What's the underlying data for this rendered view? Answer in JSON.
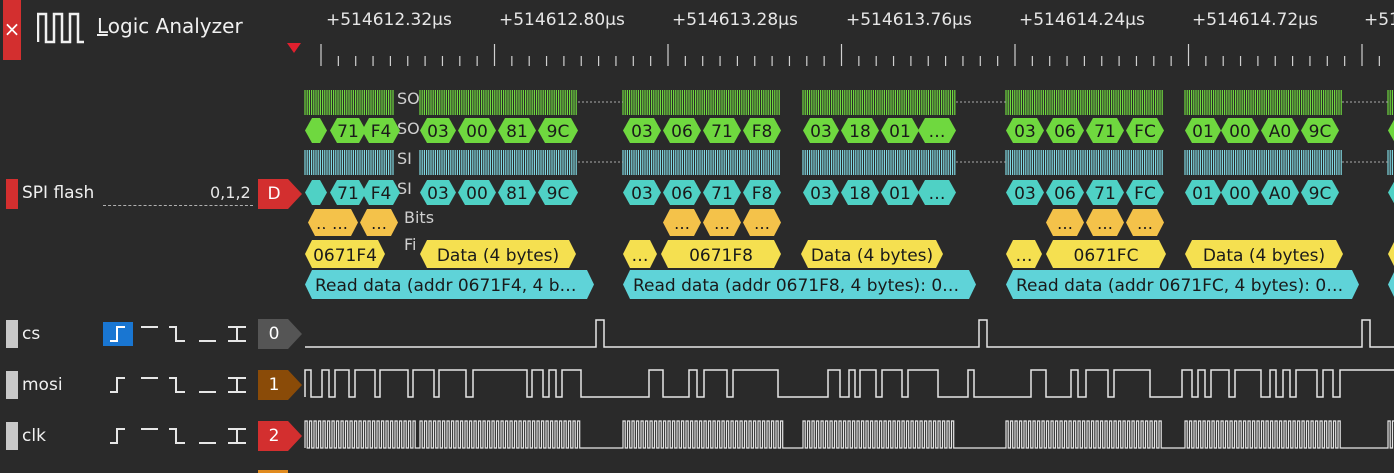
{
  "window": {
    "close_label": "×",
    "title_prefix": "L",
    "title_rest": "ogic Analyzer",
    "icon": "square-wave-icon"
  },
  "timeline": {
    "labels": [
      "+514612.32µs",
      "+514612.80µs",
      "+514613.28µs",
      "+514613.76µs",
      "+514614.24µs",
      "+514614.72µs",
      "+51"
    ]
  },
  "decoder": {
    "name": "SPI flash",
    "channels": "0,1,2",
    "badge": "D",
    "row_labels": [
      "SO",
      "SO",
      "SI",
      "SI",
      "Bits",
      "Fi"
    ],
    "miso_bytes": [
      [
        "?",
        "71",
        "F4",
        "03",
        "00",
        "81",
        "9C"
      ],
      [
        "03",
        "06",
        "71",
        "F8",
        "03",
        "18",
        "01",
        "…"
      ],
      [
        "03",
        "06",
        "71",
        "FC",
        "01",
        "00",
        "A0",
        "9C"
      ]
    ],
    "groups": [
      {
        "addr": "0671F4",
        "data": "Data (4 bytes)",
        "transaction": "Read data (addr 0671F4, 4 b…"
      },
      {
        "addr": "0671F8",
        "data": "Data (4 bytes)",
        "transaction": "Read data (addr 0671F8, 4 bytes): 0…",
        "lead": "…"
      },
      {
        "addr": "0671FC",
        "data": "Data (4 bytes)",
        "transaction": "Read data (addr 0671FC, 4 bytes): 0…",
        "lead": "…"
      }
    ],
    "ellipsis": "…"
  },
  "channels": [
    {
      "name": "cs",
      "index": "0",
      "badge_color": "#555555",
      "selected_edge": "rising"
    },
    {
      "name": "mosi",
      "index": "1",
      "badge_color": "#8a4b08",
      "selected_edge": "none"
    },
    {
      "name": "clk",
      "index": "2",
      "badge_color": "#d32f2f",
      "selected_edge": "none"
    }
  ],
  "colors": {
    "miso": "#6fd83f",
    "mosi": "#4fd1c5",
    "mosi_trace": "#7fd6e0",
    "bits": "#f4c24a",
    "field": "#f5e050",
    "transaction": "#5fd3d8",
    "accent": "#d32f2f"
  }
}
